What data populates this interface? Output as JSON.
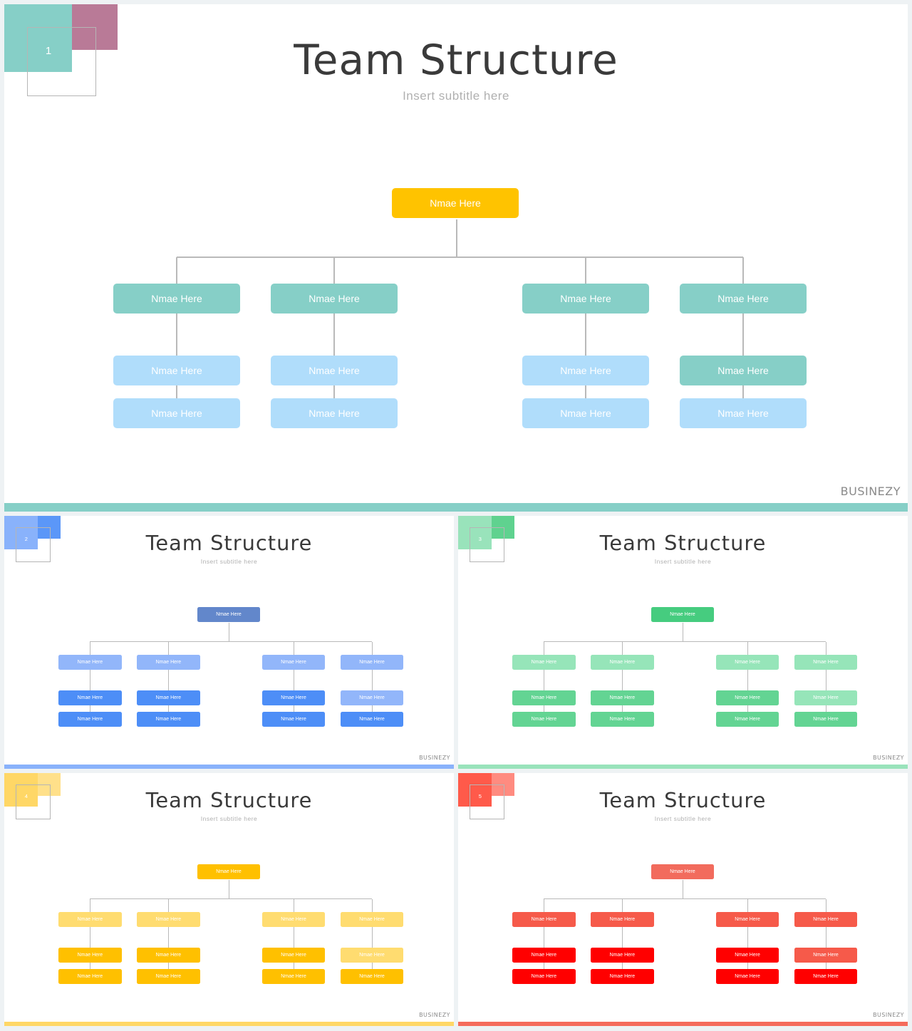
{
  "brand": "BUSINEZY",
  "node_label": "Nmae  Here",
  "slides": [
    {
      "number": "1",
      "title": "Team Structure",
      "subtitle": "Insert  subtitle  here",
      "colors": {
        "sq_left": "#86cfc7",
        "sq_right": "#b97a97",
        "bar": "#86cfc7",
        "root": "#ffc300",
        "level1": "#86cfc7",
        "level2": "#b0ddfb"
      },
      "level2_overrides": [
        {
          "col": 3,
          "row": 0,
          "color": "#86cfc7"
        }
      ]
    },
    {
      "number": "2",
      "title": "Team Structure",
      "subtitle": "Insert  subtitle  here",
      "colors": {
        "sq_left": "#89b2fb",
        "sq_right": "#5b97f8",
        "bar": "#89b2fb",
        "root": "#6287cb",
        "level1": "#92b6fa",
        "level2": "#4d8ef7"
      },
      "level2_overrides": [
        {
          "col": 3,
          "row": 0,
          "color": "#92b6fa"
        }
      ]
    },
    {
      "number": "3",
      "title": "Team Structure",
      "subtitle": "Insert  subtitle  here",
      "colors": {
        "sq_left": "#99e3bb",
        "sq_right": "#5fd28f",
        "bar": "#99e3bb",
        "root": "#46cc7f",
        "level1": "#96e5b9",
        "level2": "#63d493"
      },
      "level2_overrides": [
        {
          "col": 3,
          "row": 0,
          "color": "#96e5b9"
        }
      ]
    },
    {
      "number": "4",
      "title": "Team Structure",
      "subtitle": "Insert  subtitle  here",
      "colors": {
        "sq_left": "#ffd766",
        "sq_right": "#ffe08a",
        "bar": "#ffd766",
        "root": "#ffc000",
        "level1": "#ffdc70",
        "level2": "#ffc000"
      },
      "level2_overrides": [
        {
          "col": 3,
          "row": 0,
          "color": "#ffdc70"
        }
      ]
    },
    {
      "number": "5",
      "title": "Team Structure",
      "subtitle": "Insert  subtitle  here",
      "colors": {
        "sq_left": "#ff5a4a",
        "sq_right": "#ff8b80",
        "bar": "#f56b5b",
        "root": "#f26b5d",
        "level1": "#f65a4a",
        "level2": "#ff0000"
      },
      "level2_overrides": [
        {
          "col": 3,
          "row": 0,
          "color": "#f65a4a"
        }
      ]
    }
  ]
}
